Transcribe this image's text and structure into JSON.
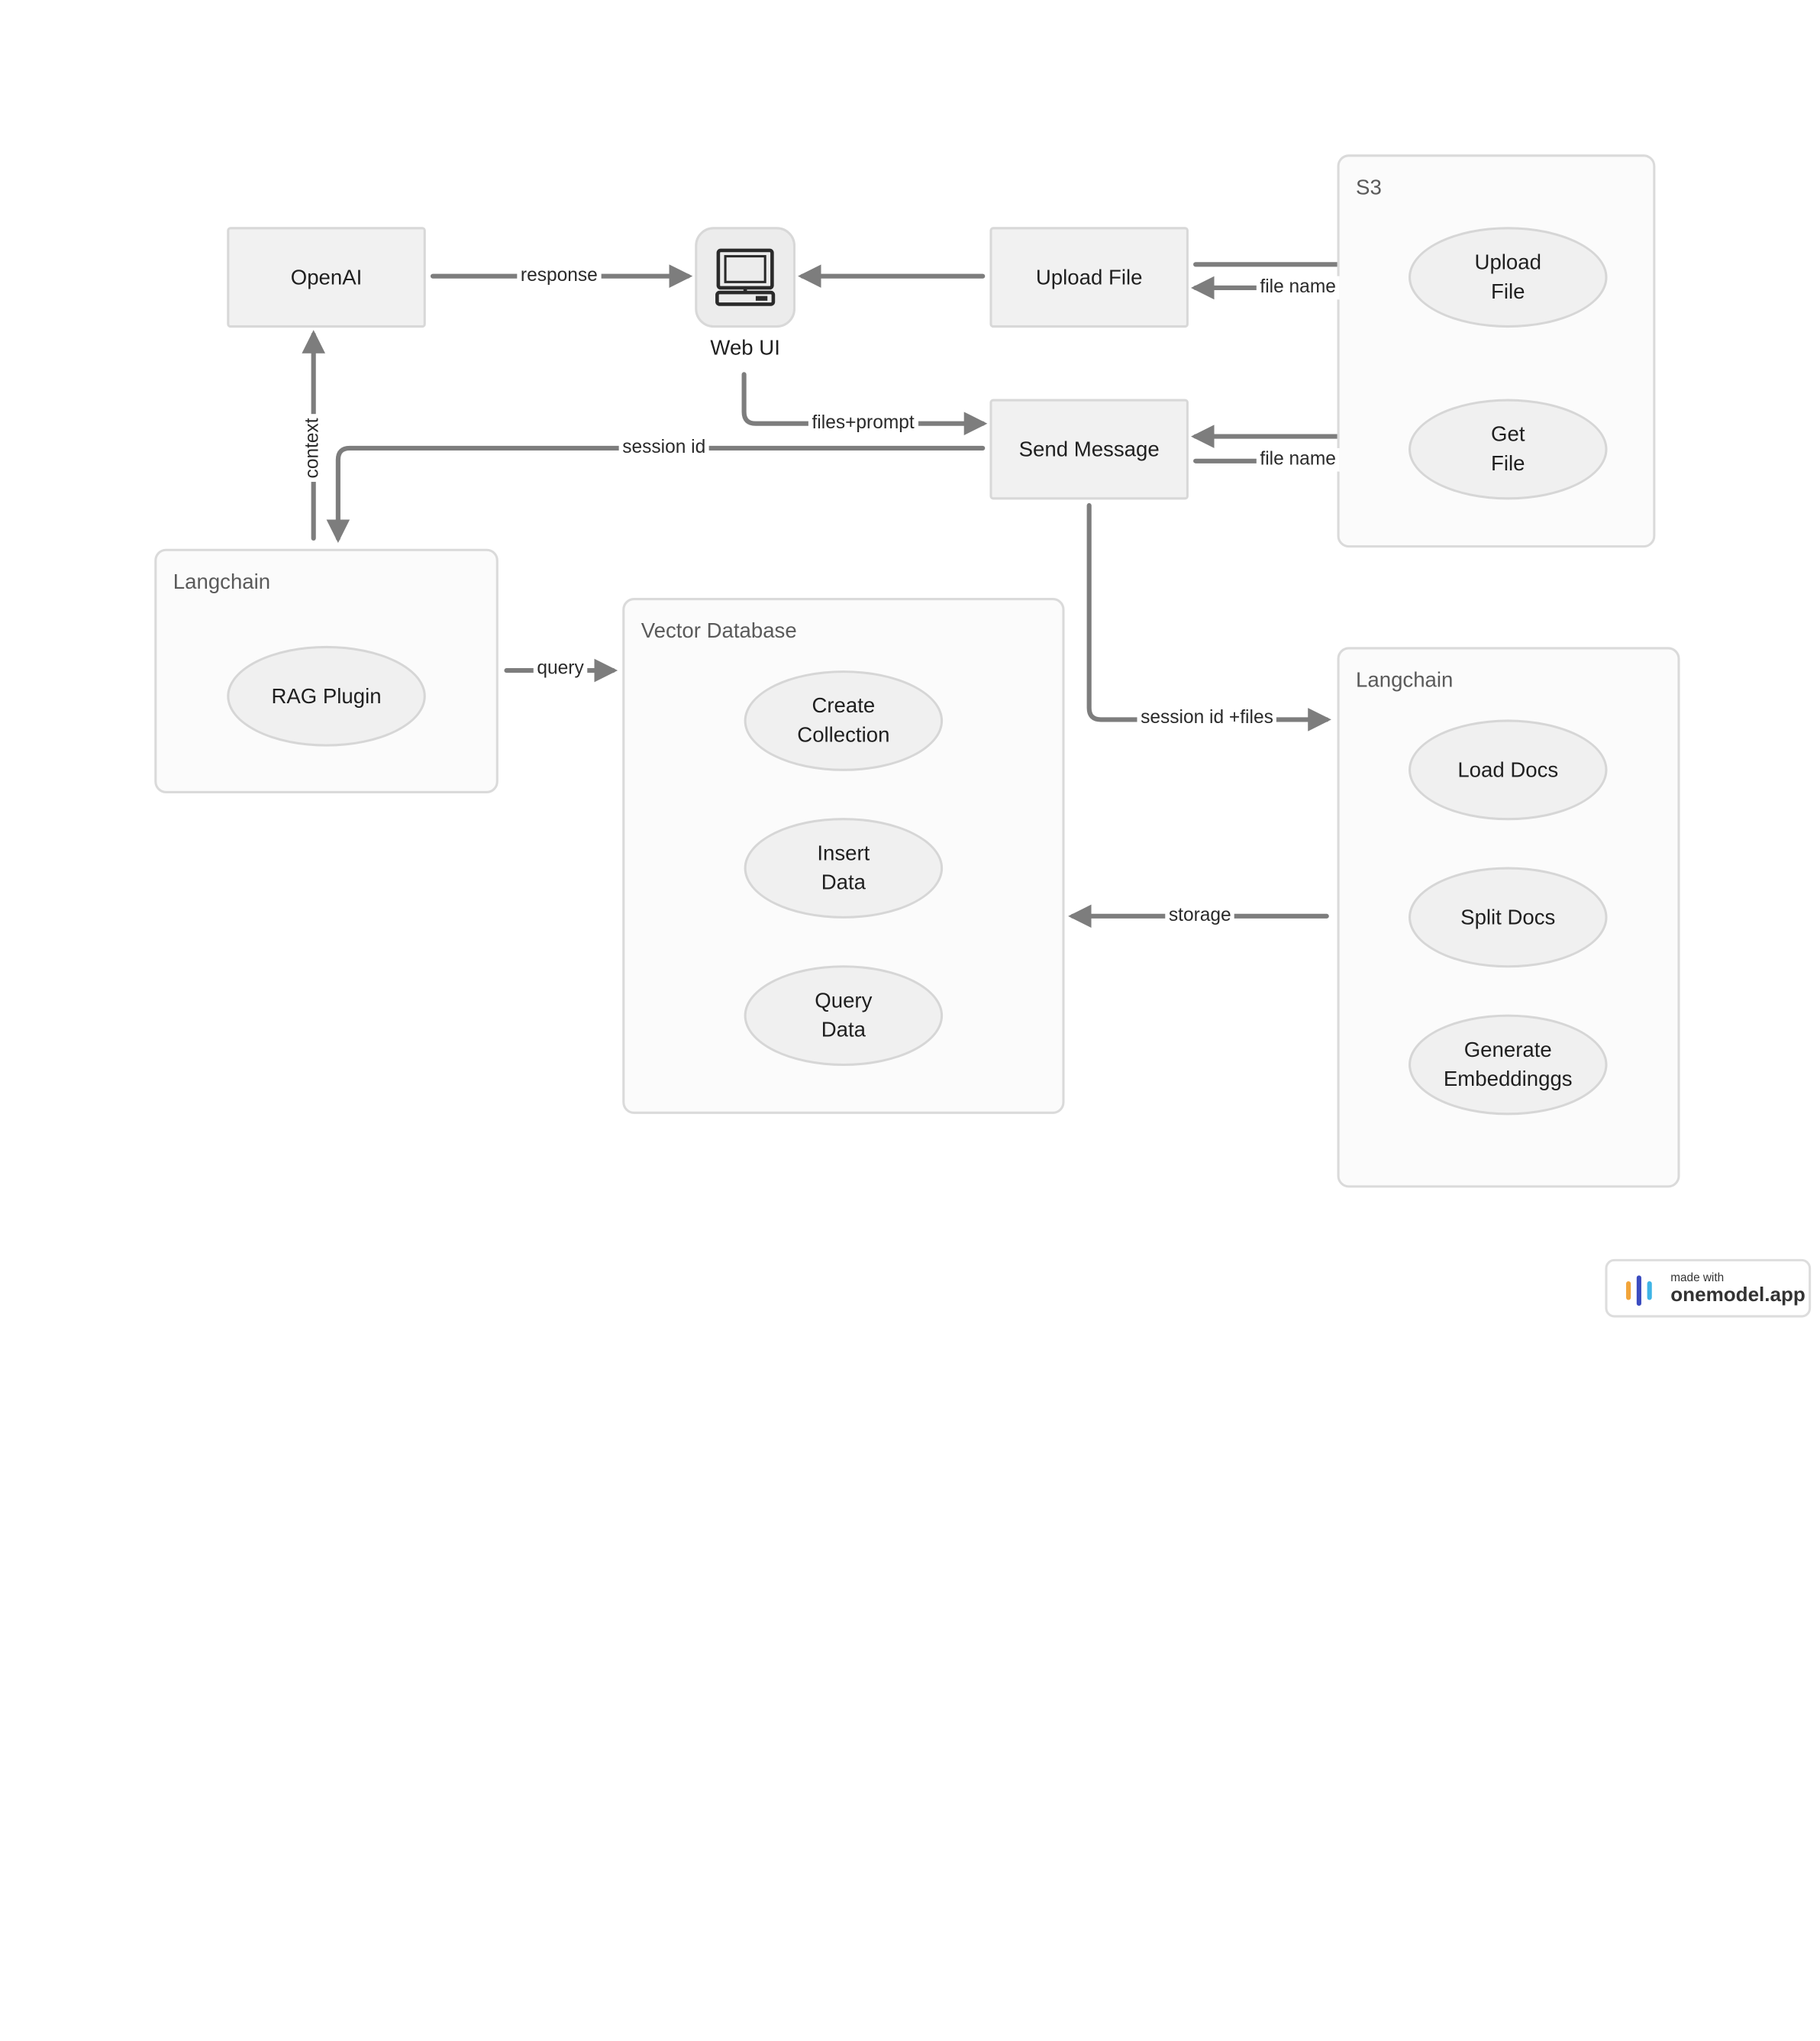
{
  "nodes": {
    "openai": "OpenAI",
    "web_ui": "Web UI",
    "upload_file": "Upload File",
    "send_message": "Send Message"
  },
  "groups": {
    "s3": {
      "title": "S3",
      "items": [
        [
          "Upload",
          "File"
        ],
        [
          "Get",
          "File"
        ]
      ]
    },
    "langchain_rag": {
      "title": "Langchain",
      "items": [
        [
          "RAG Plugin"
        ]
      ]
    },
    "vector_db": {
      "title": "Vector Database",
      "items": [
        [
          "Create",
          "Collection"
        ],
        [
          "Insert",
          "Data"
        ],
        [
          "Query",
          "Data"
        ]
      ]
    },
    "langchain_docs": {
      "title": "Langchain",
      "items": [
        [
          "Load Docs"
        ],
        [
          "Split Docs"
        ],
        [
          "Generate",
          "Embeddinggs"
        ]
      ]
    }
  },
  "edges": {
    "response": "response",
    "files_prompt": "files+prompt",
    "session_id": "session id",
    "context": "context",
    "file_name_upload": "file name",
    "file_name_get": "file name",
    "query": "query",
    "session_files": "session id +files",
    "storage": "storage"
  },
  "badge": {
    "small": "made with",
    "big": "onemodel.app"
  },
  "colors": {
    "line": "#7d7d7d",
    "node_fill": "#f1f1f1",
    "group_border": "#dadada"
  }
}
